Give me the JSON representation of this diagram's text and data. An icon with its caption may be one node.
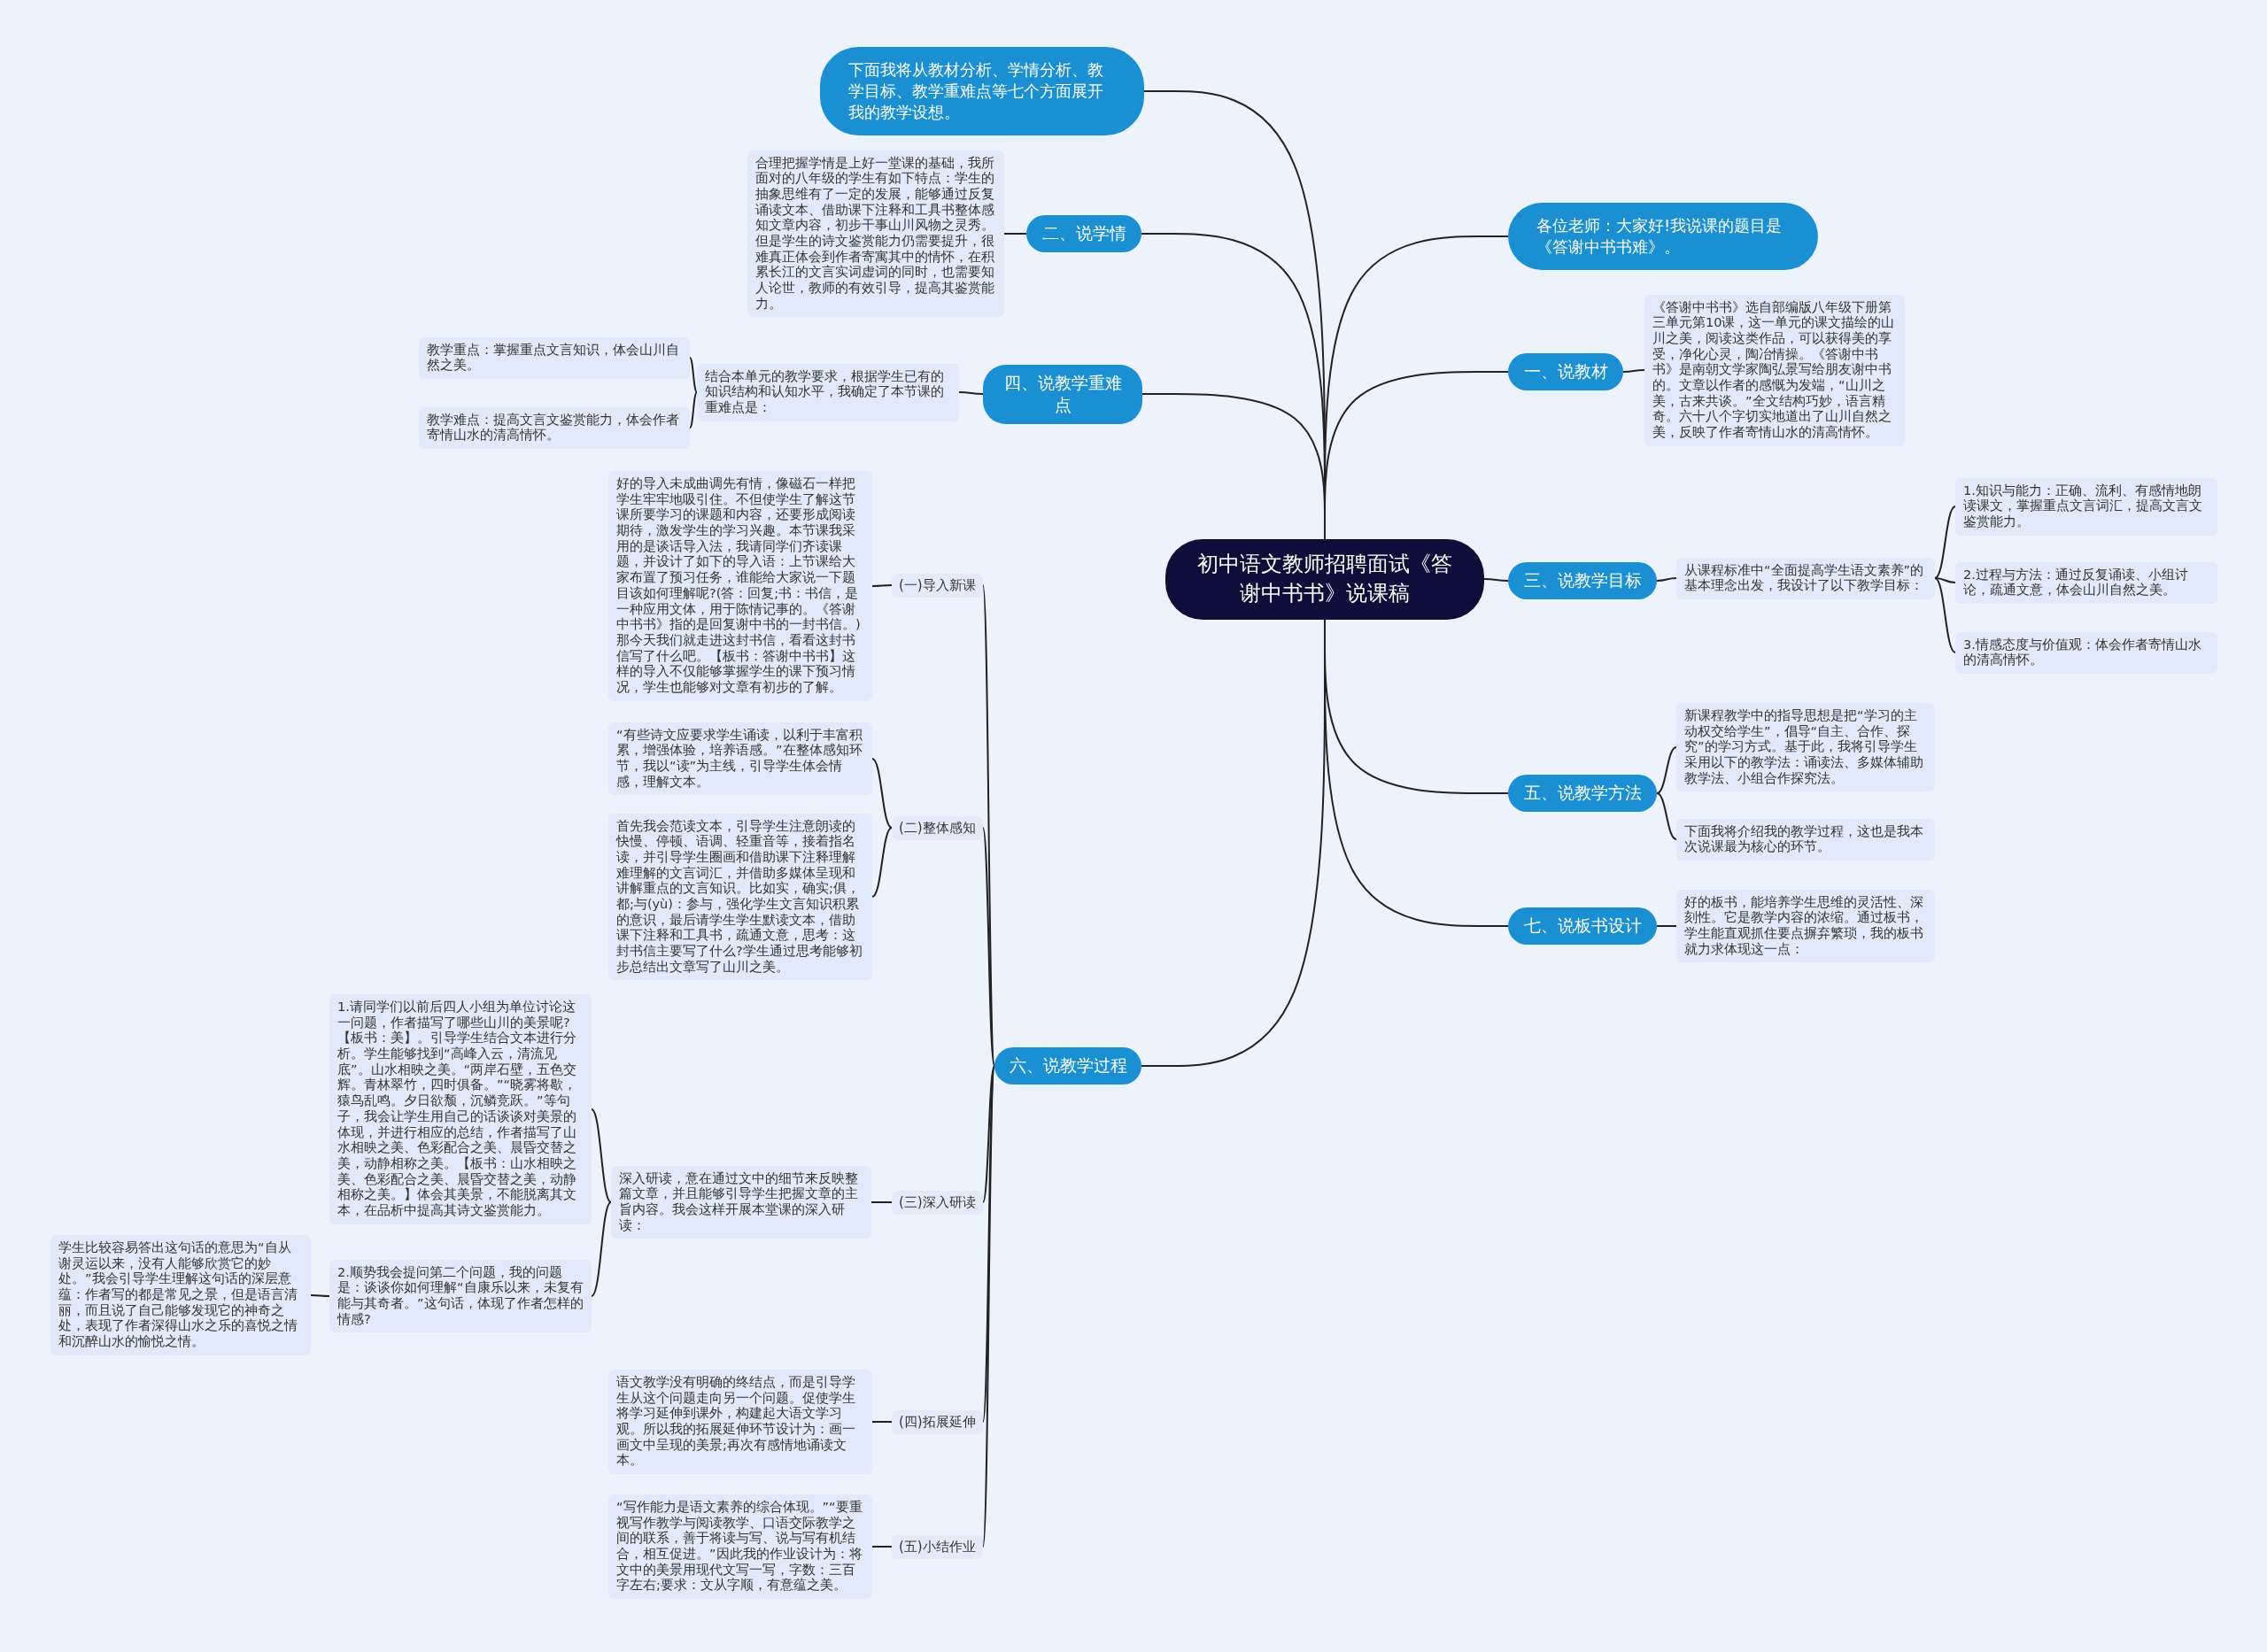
{
  "diagram": {
    "nodes": [
      {
        "text": [
          "初中语文教师招聘面试《答谢中书书》说课稿"
        ]
      },
      {
        "text": [
          "下面我将从教材分析、学情分析、教学目标、教学重难点等七个方面展开我的教学设想。"
        ]
      },
      {
        "text": [
          "二、说学情"
        ]
      },
      {
        "text": [
          "合理把握学情是上好一堂课的基础，我所面对的八年级的学生有如下特点：学生的抽象思维有了一定的发展，能够通过反复诵读文本、借助课下注释和工具书整体感知文章内容，初步干事山川风物之灵秀。但是学生的诗文鉴赏能力仍需要提升，很难真正体会到作者寄寓其中的情怀，在积累长江的文言实词虚词的同时，也需要知人论世，教师的有效引导，提高其鉴赏能力。"
        ]
      },
      {
        "text": [
          "四、说教学重难点"
        ]
      },
      {
        "text": [
          "结合本单元的教学要求，根据学生已有的知识结构和认知水平，我确定了本节课的重难点是："
        ]
      },
      {
        "text": [
          "教学重点：掌握重点文言知识，体会山川自然之美。"
        ]
      },
      {
        "text": [
          "教学难点：提高文言文鉴赏能力，体会作者寄情山水的清高情怀。"
        ]
      },
      {
        "text": [
          "六、说教学过程"
        ]
      },
      {
        "text": [
          "(一)导入新课"
        ]
      },
      {
        "text": [
          "好的导入未成曲调先有情，像磁石一样把学生牢牢地吸引住。不但使学生了解这节课所要学习的课题和内容，还要形成阅读期待，激发学生的学习兴趣。本节课我采用的是谈话导入法，我请同学们齐读课题，并设计了如下的导入语：上节课给大家布置了预习任务，谁能给大家说一下题目该如何理解呢?(答：回复;书：书信，是一种应用文体，用于陈情记事的。《答谢中书书》指的是回复谢中书的一封书信。)那今天我们就走进这封书信，看看这封书信写了什么吧。【板书：答谢中书书】这样的导入不仅能够掌握学生的课下预习情况，学生也能够对文章有初步的了解。"
        ]
      },
      {
        "text": [
          "(二)整体感知"
        ]
      },
      {
        "text": [
          "“有些诗文应要求学生诵读，以利于丰富积累，增强体验，培养语感。”在整体感知环节，我以“读”为主线，引导学生体会情感，理解文本。"
        ]
      },
      {
        "text": [
          "首先我会范读文本，引导学生注意朗读的快慢、停顿、语调、轻重音等，接着指名读，并引导学生圈画和借助课下注释理解难理解的文言词汇，并借助多媒体呈现和讲解重点的文言知识。比如实，确实;俱，都;与(yù)：参与，强化学生文言知识积累的意识，最后请学生学生默读文本，借助课下注释和工具书，疏通文意，思考：这封书信主要写了什么?学生通过思考能够初步总结出文章写了山川之美。"
        ]
      },
      {
        "text": [
          "(三)深入研读"
        ]
      },
      {
        "text": [
          "深入研读，意在通过文中的细节来反映整篇文章，并且能够引导学生把握文章的主旨内容。我会这样开展本堂课的深入研读："
        ]
      },
      {
        "text": [
          "1.请同学们以前后四人小组为单位讨论这一问题，作者描写了哪些山川的美景呢?【板书：美】。引导学生结合文本进行分析。学生能够找到“高峰入云，清流见底”。山水相映之美。“两岸石壁，五色交辉。青林翠竹，四时俱备。”“晓雾将歇，猿鸟乱鸣。夕日欲颓，沉鳞竞跃。”等句子，我会让学生用自己的话谈谈对美景的体现，并进行相应的总结，作者描写了山水相映之美、色彩配合之美、晨昏交替之美，动静相称之美。【板书：山水相映之美、色彩配合之美、晨昏交替之美，动静相称之美。】体会其美景，不能脱离其文本，在品析中提高其诗文鉴赏能力。"
        ]
      },
      {
        "text": [
          "2.顺势我会提问第二个问题，我的问题是：谈谈你如何理解“自康乐以来，未复有能与其奇者。”这句话，体现了作者怎样的情感?"
        ]
      },
      {
        "text": [
          "学生比较容易答出这句话的意思为“自从谢灵运以来，没有人能够欣赏它的妙处。”我会引导学生理解这句话的深层意蕴：作者写的都是常见之景，但是语言清丽，而且说了自己能够发现它的神奇之处，表现了作者深得山水之乐的喜悦之情和沉醉山水的愉悦之情。"
        ]
      },
      {
        "text": [
          "(四)拓展延伸"
        ]
      },
      {
        "text": [
          "语文教学没有明确的终结点，而是引导学生从这个问题走向另一个问题。促使学生将学习延伸到课外，构建起大语文学习观。所以我的拓展延伸环节设计为：画一画文中呈现的美景;再次有感情地诵读文本。"
        ]
      },
      {
        "text": [
          "(五)小结作业"
        ]
      },
      {
        "text": [
          "“写作能力是语文素养的综合体现。”“要重视写作教学与阅读教学、口语交际教学之间的联系，善于将读与写、说与写有机结合，相互促进。”因此我的作业设计为：将文中的美景用现代文写一写，字数：三百字左右;要求：文从字顺，有意蕴之美。"
        ]
      },
      {
        "text": [
          "各位老师：大家好!我说课的题目是《答谢中书书难》。"
        ]
      },
      {
        "text": [
          "一、说教材"
        ]
      },
      {
        "text": [
          "《答谢中书书》选自部编版八年级下册第三单元第10课，这一单元的课文描绘的山川之美，阅读这类作品，可以获得美的享受，净化心灵，陶冶情操。《答谢中书书》是南朝文学家陶弘景写给朋友谢中书的。文章以作者的感慨为发端，“山川之美，古来共谈。”全文结构巧妙，语言精奇。六十八个字切实地道出了山川自然之美，反映了作者寄情山水的清高情怀。"
        ]
      },
      {
        "text": [
          "三、说教学目标"
        ]
      },
      {
        "text": [
          "从课程标准中“全面提高学生语文素养”的基本理念出发，我设计了以下教学目标："
        ]
      },
      {
        "text": [
          "1.知识与能力：正确、流利、有感情地朗读课文，掌握重点文言词汇，提高文言文鉴赏能力。"
        ]
      },
      {
        "text": [
          "2.过程与方法：通过反复诵读、小组讨论，疏通文意，体会山川自然之美。"
        ]
      },
      {
        "text": [
          "3.情感态度与价值观：体会作者寄情山水的清高情怀。"
        ]
      },
      {
        "text": [
          "五、说教学方法"
        ]
      },
      {
        "text": [
          "新课程教学中的指导思想是把“学习的主动权交给学生”，倡导“自主、合作、探究”的学习方式。基于此，我将引导学生采用以下的教学法：诵读法、多媒体辅助教学法、小组合作探究法。"
        ]
      },
      {
        "text": [
          "下面我将介绍我的教学过程，这也是我本次说课最为核心的环节。"
        ]
      },
      {
        "text": [
          "七、说板书设计"
        ]
      },
      {
        "text": [
          "好的板书，能培养学生思维的灵活性、深刻性。它是教学内容的浓缩。通过板书，学生能直观抓住要点摒弃繁琐，我的板书就力求体现这一点："
        ]
      }
    ],
    "edges": [
      {
        "from": 0,
        "to": 1,
        "arrow": "none"
      },
      {
        "from": 0,
        "to": 2,
        "arrow": "none"
      },
      {
        "from": 2,
        "to": 3,
        "arrow": "none"
      },
      {
        "from": 0,
        "to": 4,
        "arrow": "none"
      },
      {
        "from": 4,
        "to": 5,
        "arrow": "none"
      },
      {
        "from": 5,
        "to": 6,
        "arrow": "none"
      },
      {
        "from": 5,
        "to": 7,
        "arrow": "none"
      },
      {
        "from": 0,
        "to": 8,
        "arrow": "none"
      },
      {
        "from": 8,
        "to": 9,
        "arrow": "none"
      },
      {
        "from": 9,
        "to": 10,
        "arrow": "none"
      },
      {
        "from": 8,
        "to": 11,
        "arrow": "none"
      },
      {
        "from": 11,
        "to": 12,
        "arrow": "none"
      },
      {
        "from": 11,
        "to": 13,
        "arrow": "none"
      },
      {
        "from": 8,
        "to": 14,
        "arrow": "none"
      },
      {
        "from": 14,
        "to": 15,
        "arrow": "none"
      },
      {
        "from": 15,
        "to": 16,
        "arrow": "none"
      },
      {
        "from": 15,
        "to": 17,
        "arrow": "none"
      },
      {
        "from": 17,
        "to": 18,
        "arrow": "none"
      },
      {
        "from": 8,
        "to": 19,
        "arrow": "none"
      },
      {
        "from": 19,
        "to": 20,
        "arrow": "none"
      },
      {
        "from": 8,
        "to": 21,
        "arrow": "none"
      },
      {
        "from": 21,
        "to": 22,
        "arrow": "none"
      },
      {
        "from": 0,
        "to": 23,
        "arrow": "none"
      },
      {
        "from": 0,
        "to": 24,
        "arrow": "none"
      },
      {
        "from": 24,
        "to": 25,
        "arrow": "none"
      },
      {
        "from": 0,
        "to": 26,
        "arrow": "none"
      },
      {
        "from": 26,
        "to": 27,
        "arrow": "none"
      },
      {
        "from": 27,
        "to": 28,
        "arrow": "none"
      },
      {
        "from": 27,
        "to": 29,
        "arrow": "none"
      },
      {
        "from": 27,
        "to": 30,
        "arrow": "none"
      },
      {
        "from": 0,
        "to": 31,
        "arrow": "none"
      },
      {
        "from": 31,
        "to": 32,
        "arrow": "none"
      },
      {
        "from": 31,
        "to": 33,
        "arrow": "none"
      },
      {
        "from": 0,
        "to": 34,
        "arrow": "none"
      },
      {
        "from": 34,
        "to": 35,
        "arrow": "none"
      }
    ]
  }
}
